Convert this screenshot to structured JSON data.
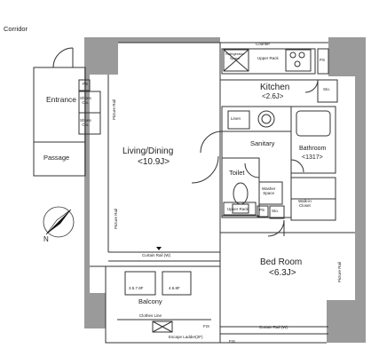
{
  "labels": {
    "corridor": "Corridor",
    "entrance": "Entrance",
    "shoes_closet_1": "Shoes\nClo.",
    "shoes_closet_2": "Shoes\nClo.",
    "passage": "Passage",
    "ps": "PS",
    "picture_rail": "Picture Rail",
    "kitchen": "Kitchen",
    "kitchen_size": "<2.6J>",
    "counter": "Counter",
    "refrigerator_space": "Refrigerator\nSpace",
    "upper_rack": "Upper Rack",
    "sto": "Sto.",
    "living_dining": "Living/Dining",
    "living_dining_size": "<10.9J>",
    "linen": "Linen",
    "sanitary": "Sanitary",
    "bathroom": "Bathroom",
    "bathroom_size": "<1317>",
    "toilet": "Toilet",
    "washer_space": "Washer\nSpace",
    "walk_in_closet": "Walk-in\nCloset",
    "sto_2": "Sto.",
    "upper_rack_2": "Upper Rack",
    "ps_2": "PS",
    "curtain_rail_w": "Curtain Rail (W)",
    "curtain_rail_w_2": "Curtain Rail (W)",
    "bed_room": "Bed Room",
    "bed_room_size": "<6.3J>",
    "balcony": "Balcony",
    "clothes_line": "Clothes Line",
    "escape_ladder": "Escape Ladder(2F)",
    "fix": "FIX",
    "fix_2": "FIX",
    "outdoor_unit_1": "3.5.7.8F",
    "outdoor_unit_2": "4.6.8F",
    "north": "N"
  },
  "colors": {
    "wall": "#9a9a9a",
    "line": "#333333",
    "wall_dark": "#7d7d7d"
  }
}
